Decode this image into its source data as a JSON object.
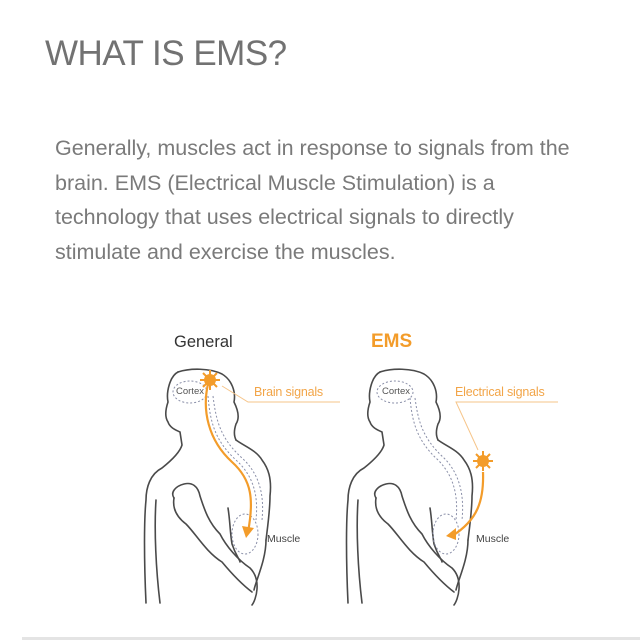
{
  "header": {
    "title": "WHAT IS EMS?"
  },
  "intro": {
    "text": "Generally, muscles act in response to signals from the brain. EMS (Electrical Muscle Stimulation) is a technology that uses electrical signals to directly stimulate and exercise the muscles."
  },
  "diagram": {
    "general": {
      "title": "General",
      "cortex_label": "Cortex",
      "signal_label": "Brain signals",
      "muscle_label": "Muscle"
    },
    "ems": {
      "title": "EMS",
      "cortex_label": "Cortex",
      "signal_label": "Electrical signals",
      "muscle_label": "Muscle"
    },
    "icons": {
      "general_signal": "starburst-icon",
      "ems_signal": "starburst-icon"
    }
  },
  "colors": {
    "title_text": "#727272",
    "body_text": "#7a7a7a",
    "accent_orange": "#f39c2a",
    "signal_label_orange": "#f2a548",
    "outline": "#4a4a4a",
    "nerve_dotted": "#8a8fa8"
  }
}
